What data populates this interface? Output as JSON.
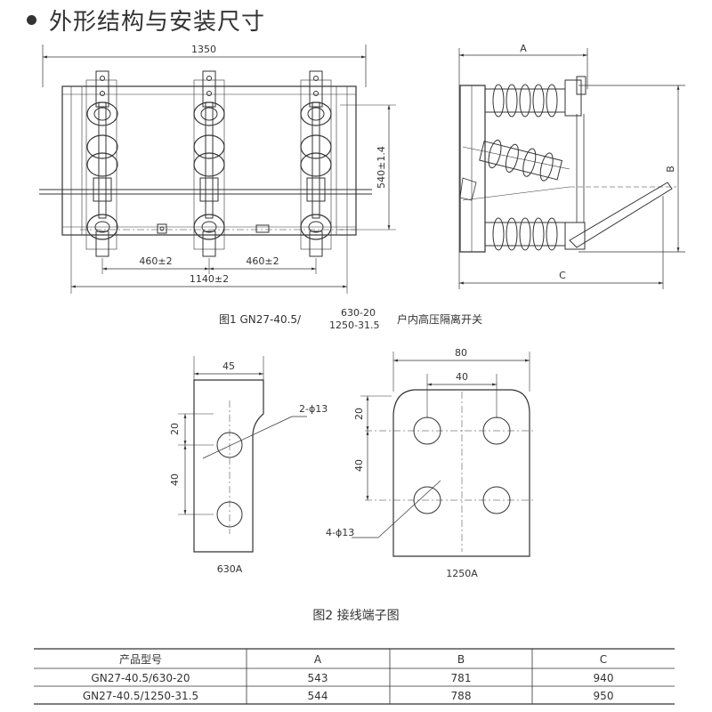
{
  "heading": "外形结构与安装尺寸",
  "figure1": {
    "width_dim": "1350",
    "height_dim": "540±1.4",
    "pitch_left": "460±2",
    "pitch_right": "460±2",
    "mount_dim": "1140±2",
    "side_A": "A",
    "side_B": "B",
    "side_C": "C",
    "caption_prefix": "图1 GN27-40.5/",
    "caption_top": "630-20",
    "caption_bottom": "1250-31.5",
    "caption_suffix": "户内高压隔离开关"
  },
  "figure2": {
    "small": {
      "width_dim": "45",
      "top_dim": "20",
      "pitch_dim": "40",
      "hole_label": "2-ϕ13",
      "rating": "630A"
    },
    "large": {
      "width_dim": "80",
      "pitch_h_dim": "40",
      "top_dim": "20",
      "pitch_v_dim": "40",
      "hole_label": "4-ϕ13",
      "rating": "1250A"
    },
    "caption": "图2  接线端子图"
  },
  "table": {
    "headers": [
      "产品型号",
      "A",
      "B",
      "C"
    ],
    "rows": [
      [
        "GN27-40.5/630-20",
        "543",
        "781",
        "940"
      ],
      [
        "GN27-40.5/1250-31.5",
        "544",
        "788",
        "950"
      ]
    ]
  }
}
